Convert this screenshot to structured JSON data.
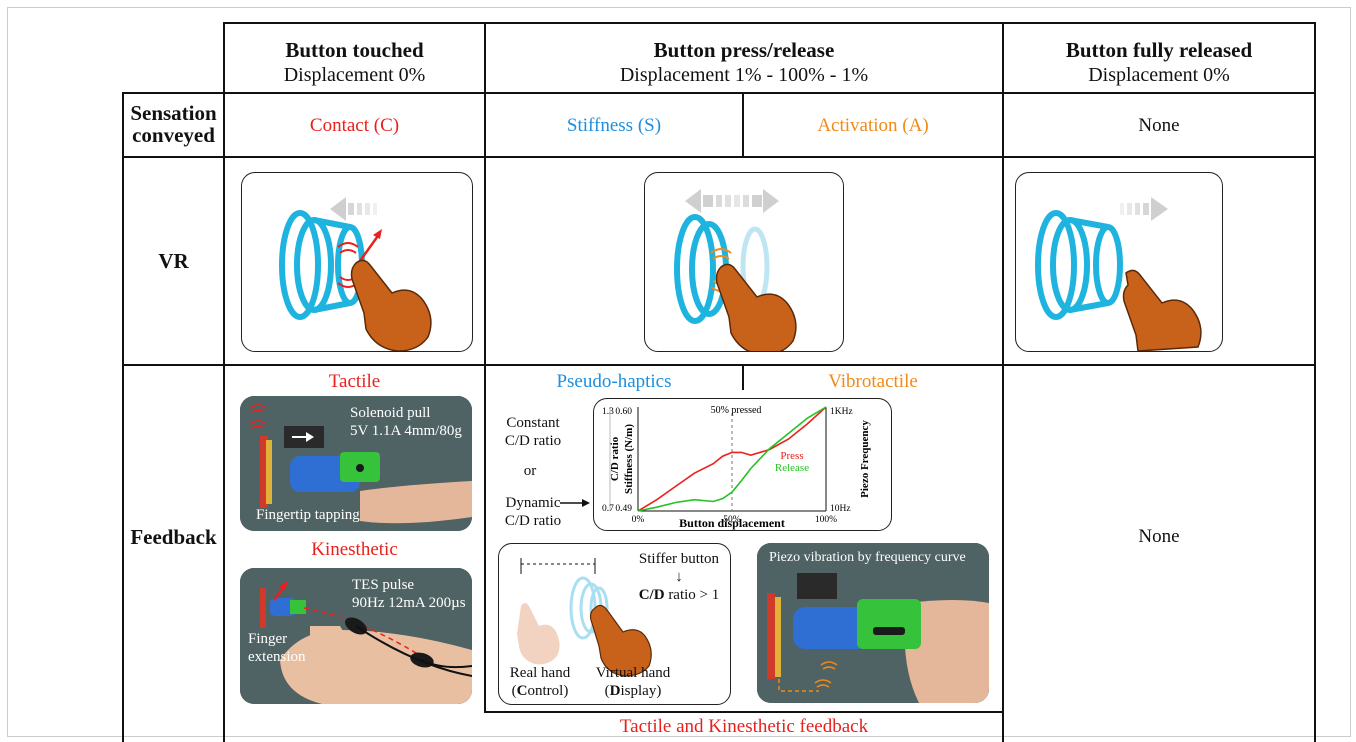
{
  "headers": {
    "col1_title": "Button touched",
    "col1_sub": "Displacement 0%",
    "col2_title": "Button press/release",
    "col2_sub": "Displacement 1% - 100% - 1%",
    "col3_title": "Button fully released",
    "col3_sub": "Displacement 0%"
  },
  "rows": {
    "sensation_line1": "Sensation",
    "sensation_line2": "conveyed",
    "vr": "VR",
    "feedback": "Feedback"
  },
  "sensations": {
    "contact": "Contact (C)",
    "stiffness": "Stiffness (S)",
    "activation": "Activation (A)",
    "none": "None"
  },
  "feedback": {
    "tactile": "Tactile",
    "kinesthetic": "Kinesthetic",
    "pseudo_haptics": "Pseudo-haptics",
    "vibrotactile": "Vibrotactile",
    "none": "None",
    "bottom": "Tactile and Kinesthetic feedback",
    "solenoid_line1": "Solenoid pull",
    "solenoid_line2": "5V 1.1A 4mm/80g",
    "fingertip_tapping": "Fingertip tapping",
    "tes_line1": "TES pulse",
    "tes_line2": "90Hz 12mA 200µs",
    "finger_ext1": "Finger",
    "finger_ext2": "extension",
    "piezo": "Piezo vibration by frequency curve",
    "constant1": "Constant",
    "constant2": "C/D ratio",
    "or": "or",
    "dynamic1": "Dynamic",
    "dynamic2": "C/D ratio",
    "stiffer1": "Stiffer button",
    "stiffer_arrow": "↓",
    "cd_bold": "C/D",
    "cd_rest": " ratio > 1",
    "real_hand1": "Real hand",
    "real_hand2_b": "C",
    "real_hand2_rest": "ontrol)",
    "virtual_hand1": "Virtual hand",
    "virtual_hand2_b": "D",
    "virtual_hand2_rest": "isplay)",
    "paren_open": "("
  },
  "chart_data": {
    "type": "line",
    "annotation": "50% pressed",
    "xlabel": "Button displacement",
    "x_ticks": [
      "0%",
      "50%",
      "100%"
    ],
    "left_axis1_label": "C/D ratio",
    "left_axis1_ticks": [
      "1.3",
      "0.7"
    ],
    "left_axis2_label": "Stiffness (N/m)",
    "left_axis2_ticks": [
      "0.60",
      "0.49"
    ],
    "right_axis_label": "Piezo Frequency",
    "right_axis_ticks": [
      "1KHz",
      "10Hz"
    ],
    "ylim": [
      0.49,
      0.6
    ],
    "series": [
      {
        "name": "Press",
        "color": "#e8211d",
        "x": [
          0,
          10,
          20,
          30,
          40,
          45,
          50,
          55,
          60,
          70,
          80,
          90,
          100
        ],
        "y": [
          0.49,
          0.502,
          0.516,
          0.53,
          0.54,
          0.548,
          0.552,
          0.552,
          0.549,
          0.555,
          0.566,
          0.582,
          0.6
        ]
      },
      {
        "name": "Release",
        "color": "#22c322",
        "x": [
          0,
          10,
          20,
          30,
          40,
          45,
          50,
          55,
          60,
          70,
          80,
          90,
          100
        ],
        "y": [
          0.49,
          0.494,
          0.499,
          0.502,
          0.5,
          0.503,
          0.51,
          0.522,
          0.535,
          0.556,
          0.572,
          0.588,
          0.6
        ]
      }
    ]
  }
}
